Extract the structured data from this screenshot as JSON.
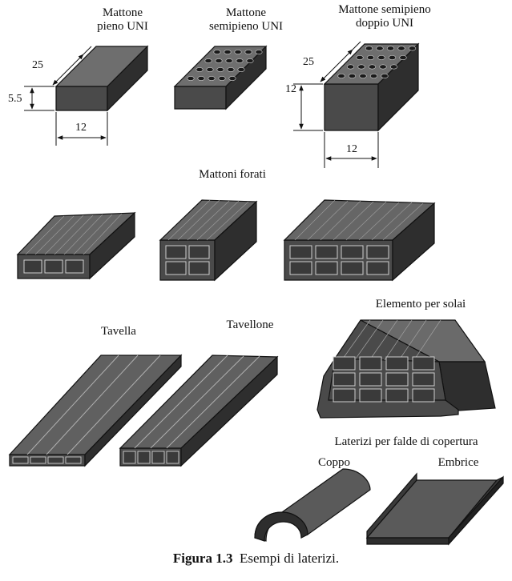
{
  "bricks": {
    "solid": {
      "line1": "Mattone",
      "line2": "pieno UNI",
      "dim_len": "25",
      "dim_h": "5.5",
      "dim_w": "12"
    },
    "semi": {
      "line1": "Mattone",
      "line2": "semipieno UNI"
    },
    "double": {
      "line1": "Mattone semipieno",
      "line2": "doppio UNI",
      "dim_len": "25",
      "dim_h": "12",
      "dim_w": "12"
    }
  },
  "hollow_title": "Mattoni forati",
  "tavella_label": "Tavella",
  "tavellone_label": "Tavellone",
  "solaio_label": "Elemento per solai",
  "roof_title": "Laterizi per falde di copertura",
  "coppo_label": "Coppo",
  "embrice_label": "Embrice",
  "caption": {
    "number": "Figura 1.3",
    "text": "Esempi di laterizi."
  },
  "colors": {
    "face_front": "#4a4a4a",
    "face_top": "#6e6e6e",
    "face_side": "#2e2e2e",
    "ink": "#111111"
  }
}
